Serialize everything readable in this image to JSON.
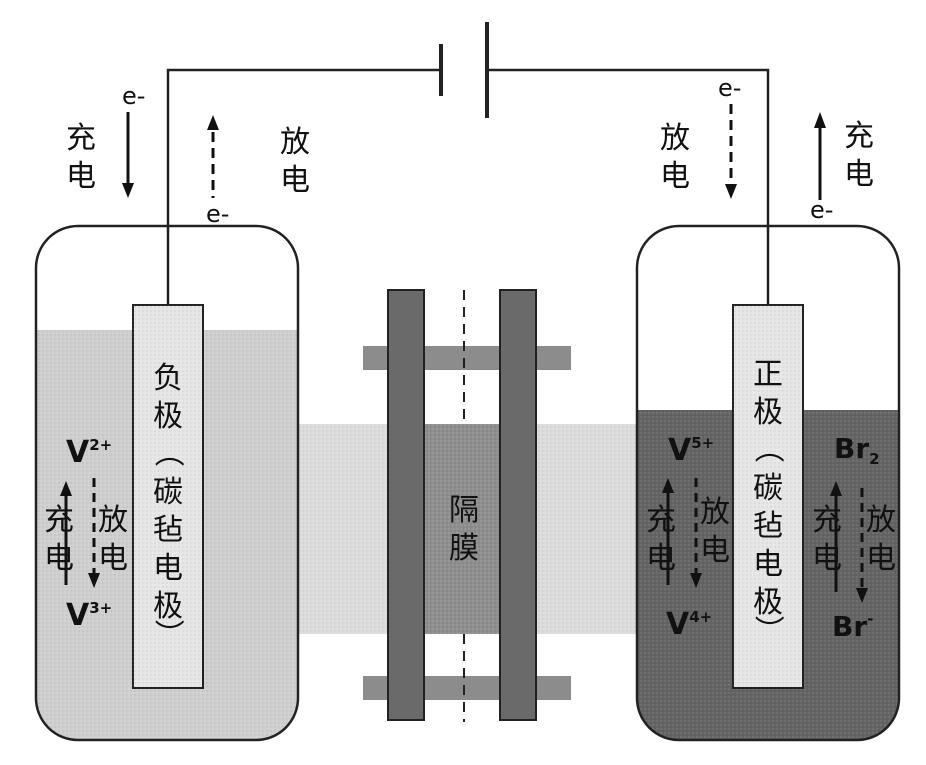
{
  "electron": "e-",
  "charge": "充电",
  "discharge": "放电",
  "negative_electrode": {
    "name": "负极",
    "paren_open": "（",
    "material": "碳毡电极",
    "paren_close": "）"
  },
  "positive_electrode": {
    "name": "正极",
    "paren_open": "（",
    "material": "碳毡电极",
    "paren_close": "）"
  },
  "membrane": "隔膜",
  "left_species": {
    "top_base": "V",
    "top_sup": "2+",
    "bottom_base": "V",
    "bottom_sup": "3+"
  },
  "right_species_v": {
    "top_base": "V",
    "top_sup": "5+",
    "bottom_base": "V",
    "bottom_sup": "4+"
  },
  "right_species_br": {
    "top_base": "Br",
    "top_sub": "2",
    "bottom_base": "Br",
    "bottom_sup": "-"
  },
  "colors": {
    "light_liquid": "#d2d2d2",
    "dark_liquid": "#646464",
    "plate": "#6a6a6a",
    "membrane": "#8e8e8e",
    "outline": "#222222"
  }
}
